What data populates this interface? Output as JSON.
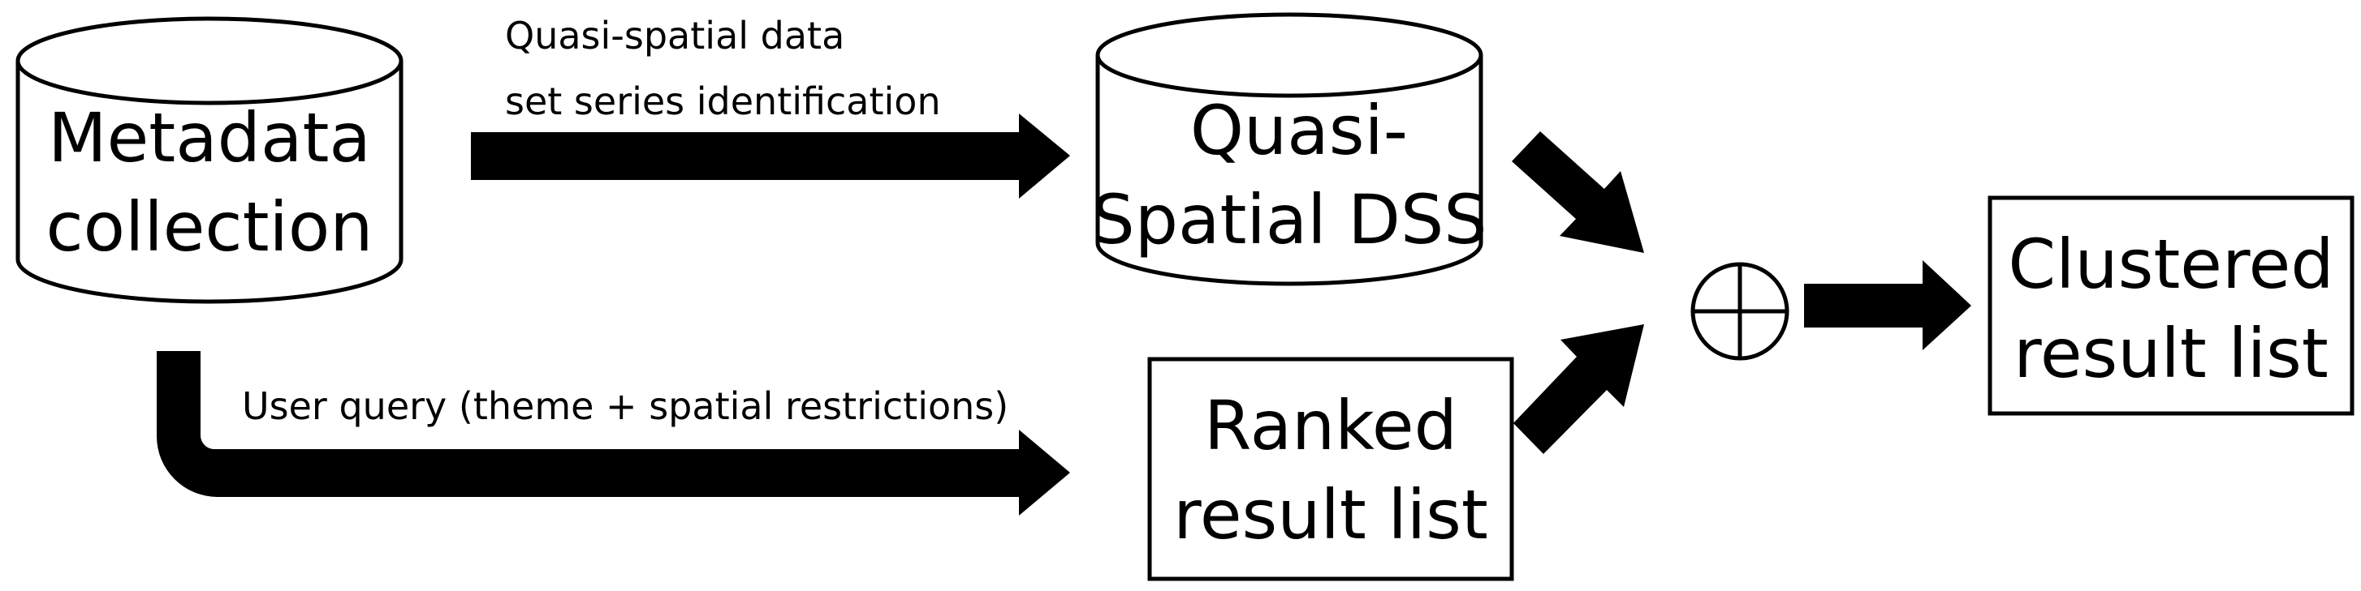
{
  "nodes": {
    "metadata_collection": {
      "line1": "Metadata",
      "line2": "collection"
    },
    "quasi_spatial_dss": {
      "line1": "Quasi-",
      "line2": "Spatial DSS"
    },
    "ranked_result_list": {
      "line1": "Ranked",
      "line2": "result list"
    },
    "clustered_result_list": {
      "line1": "Clustered",
      "line2": "result list"
    }
  },
  "edges": {
    "identification": {
      "line1": "Quasi-spatial data",
      "line2": "set series identification"
    },
    "user_query": {
      "label": "User query (theme + spatial restrictions)"
    }
  },
  "operator": {
    "symbol": "circle-plus"
  },
  "colors": {
    "stroke": "#000000",
    "fill": "#ffffff",
    "background": "#ffffff"
  }
}
